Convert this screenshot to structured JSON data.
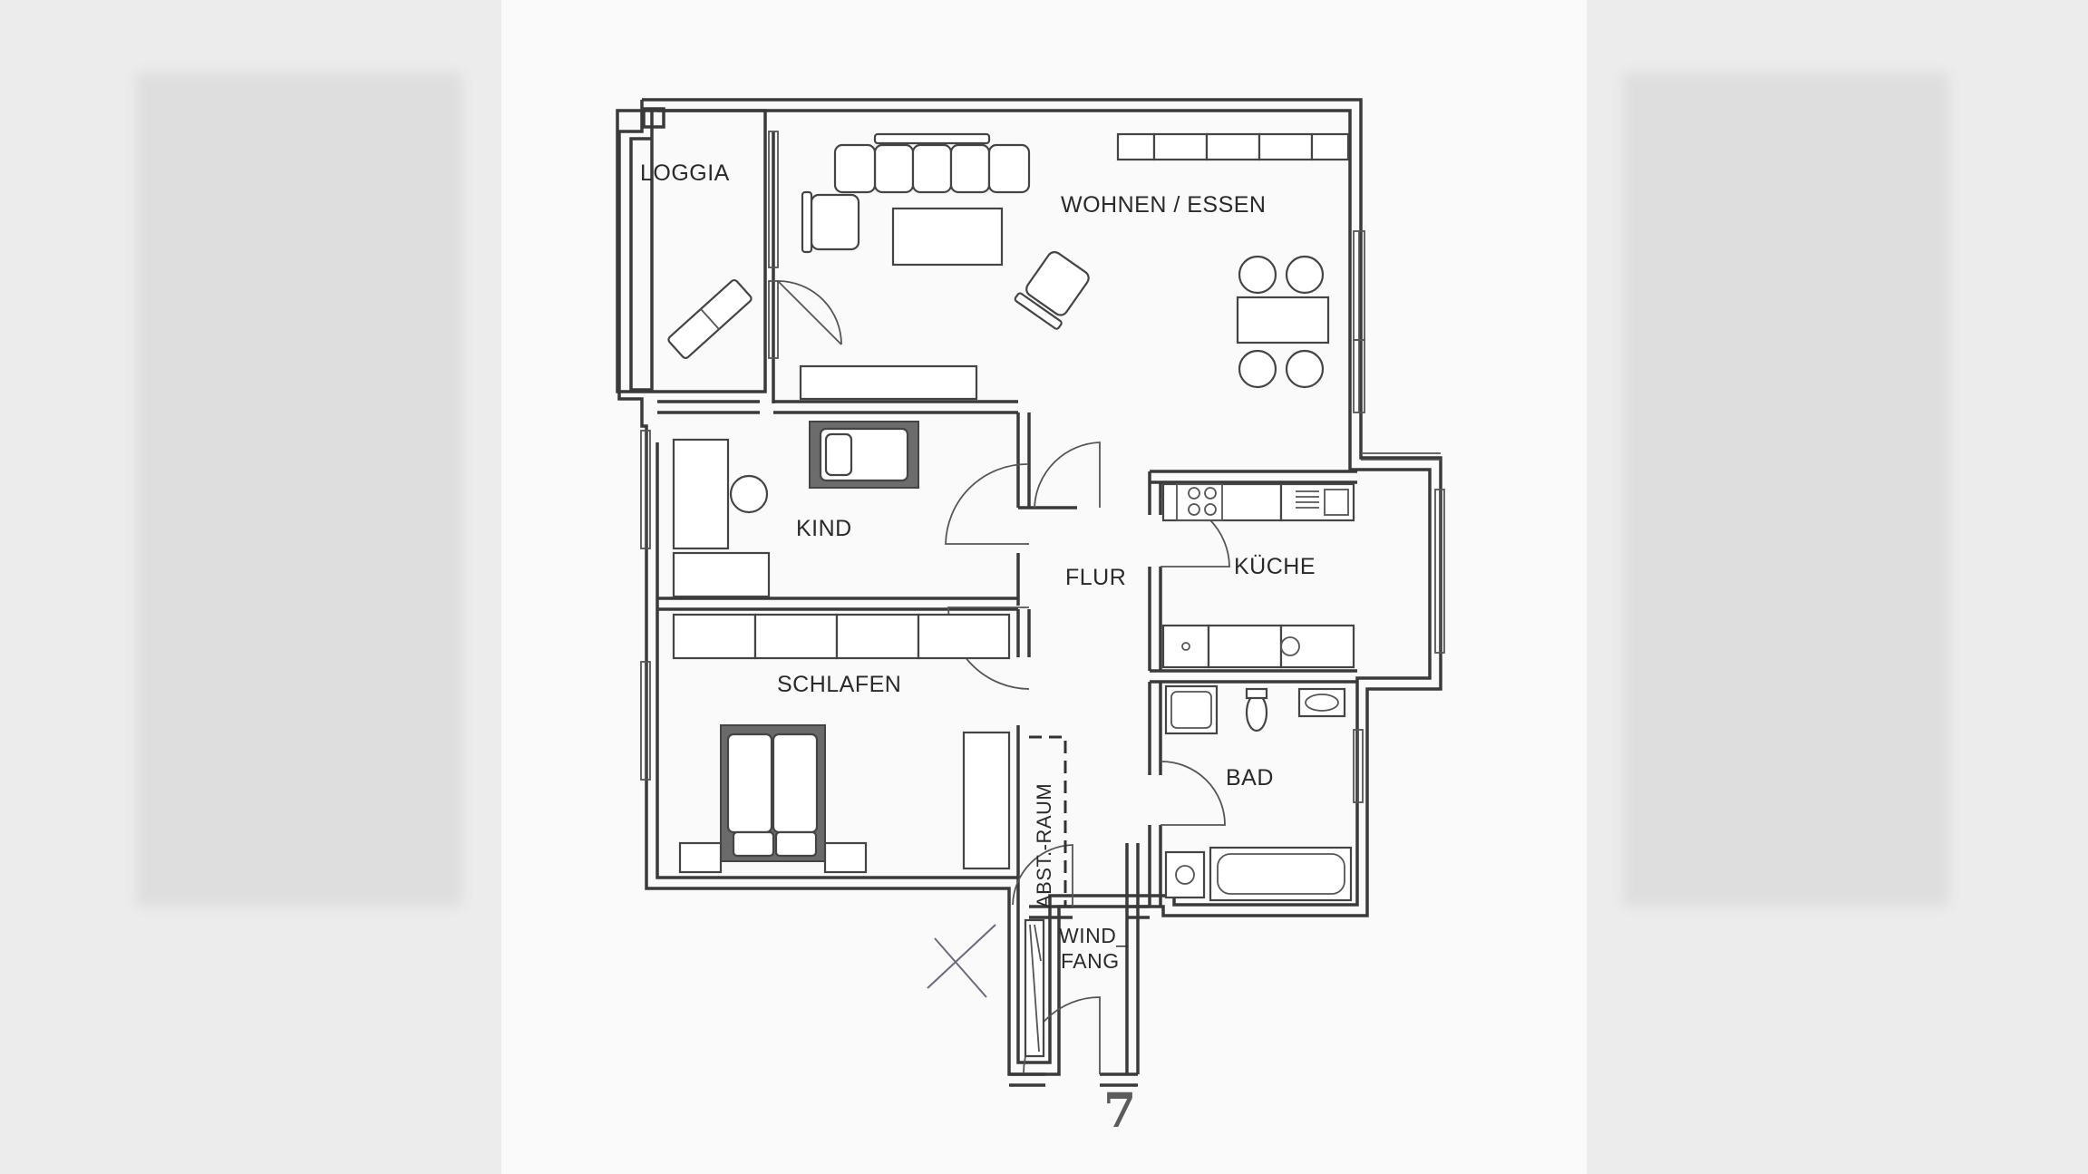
{
  "rooms": {
    "loggia": "LOGGIA",
    "wohnen": "WOHNEN / ESSEN",
    "kind": "KIND",
    "flur": "FLUR",
    "kueche": "KÜCHE",
    "schlafen": "SCHLAFEN",
    "bad": "BAD",
    "abstellraum": "ABST.-RAUM",
    "windfang_1": "WIND_",
    "windfang_2": "FANG"
  },
  "page_number": "7"
}
